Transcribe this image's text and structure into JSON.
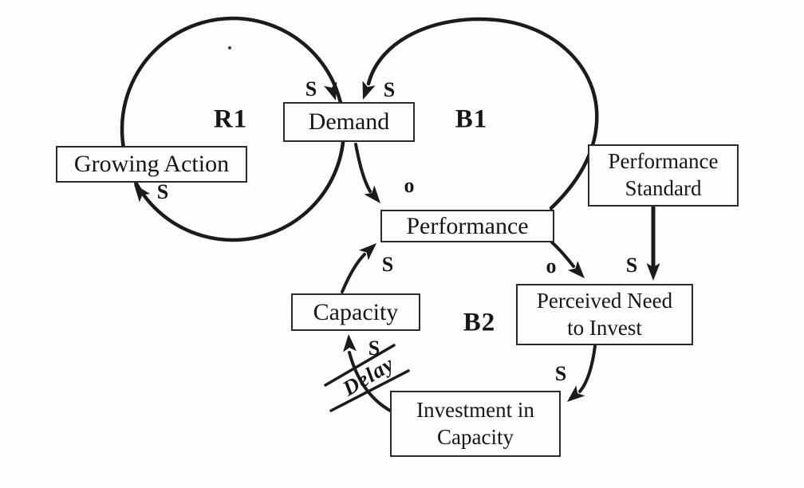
{
  "diagram": {
    "type": "causal-loop-diagram",
    "nodes": {
      "demand": {
        "label": "Demand"
      },
      "growing_action": {
        "label": "Growing Action"
      },
      "performance": {
        "label": "Performance"
      },
      "performance_standard": {
        "lines": [
          "Performance",
          "Standard"
        ]
      },
      "capacity": {
        "label": "Capacity"
      },
      "perceived_need": {
        "lines": [
          "Perceived Need",
          "to Invest"
        ]
      },
      "investment": {
        "lines": [
          "Investment in",
          "Capacity"
        ]
      }
    },
    "loops": {
      "r1": {
        "label": "R1"
      },
      "b1": {
        "label": "B1"
      },
      "b2": {
        "label": "B2"
      }
    },
    "links": {
      "growing_action_to_demand": {
        "polarity": "S"
      },
      "performance_to_demand": {
        "polarity": "S"
      },
      "demand_to_growing_action": {
        "polarity": "S"
      },
      "demand_to_performance": {
        "polarity": "o"
      },
      "capacity_to_performance": {
        "polarity": "S"
      },
      "performance_to_perceived_need": {
        "polarity": "o"
      },
      "performance_standard_to_perceived_need": {
        "polarity": "S"
      },
      "perceived_need_to_investment": {
        "polarity": "S"
      },
      "investment_to_capacity": {
        "polarity": "S",
        "delay": "Delay"
      }
    },
    "colors": {
      "ink": "#1b1b1b",
      "background": "#fdfdfc"
    }
  }
}
